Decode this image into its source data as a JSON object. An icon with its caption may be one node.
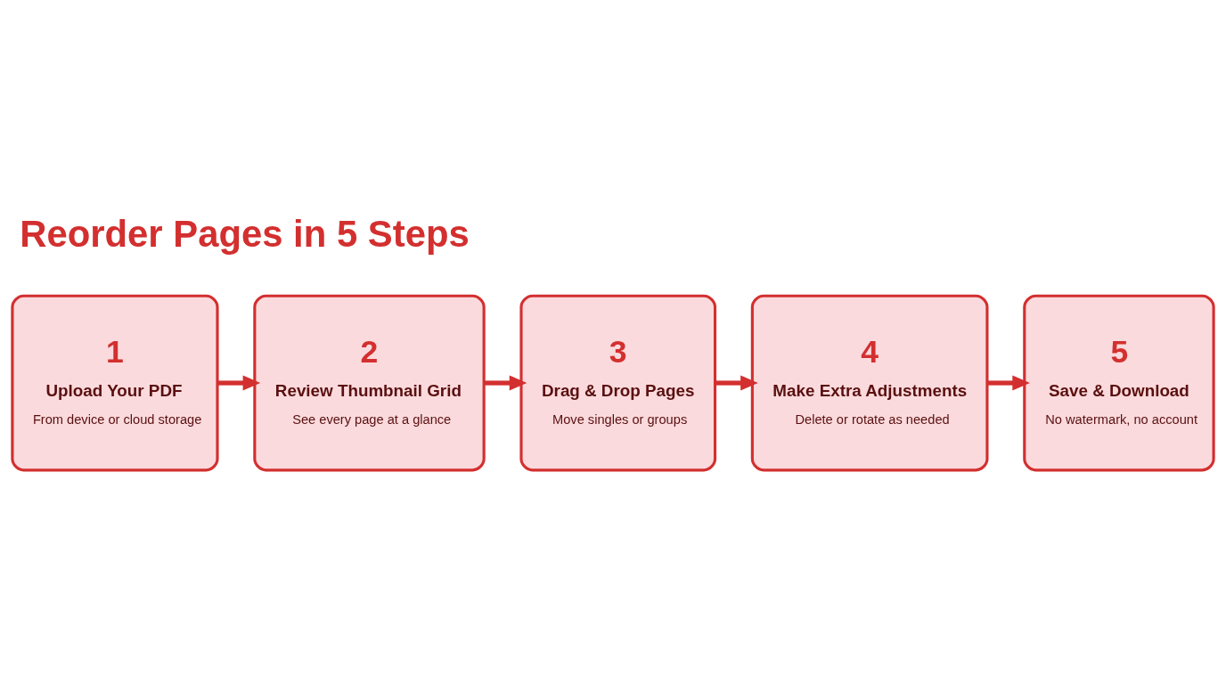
{
  "diagram": {
    "title": "Reorder Pages in 5 Steps",
    "nodes": [
      {
        "text": [
          "1",
          "Upload Your PDF",
          "From device or cloud storage"
        ]
      },
      {
        "text": [
          "2",
          "Review Thumbnail Grid",
          "See every page at a glance"
        ]
      },
      {
        "text": [
          "3",
          "Drag & Drop Pages",
          "Move singles or groups"
        ]
      },
      {
        "text": [
          "4",
          "Make Extra Adjustments",
          "Delete or rotate as needed"
        ]
      },
      {
        "text": [
          "5",
          "Save & Download",
          "No watermark, no account"
        ]
      }
    ],
    "edges": [
      {
        "from": 0,
        "to": 1,
        "arrow": "to"
      },
      {
        "from": 1,
        "to": 2,
        "arrow": "to"
      },
      {
        "from": 2,
        "to": 3,
        "arrow": "to"
      },
      {
        "from": 3,
        "to": 4,
        "arrow": "to"
      }
    ]
  }
}
